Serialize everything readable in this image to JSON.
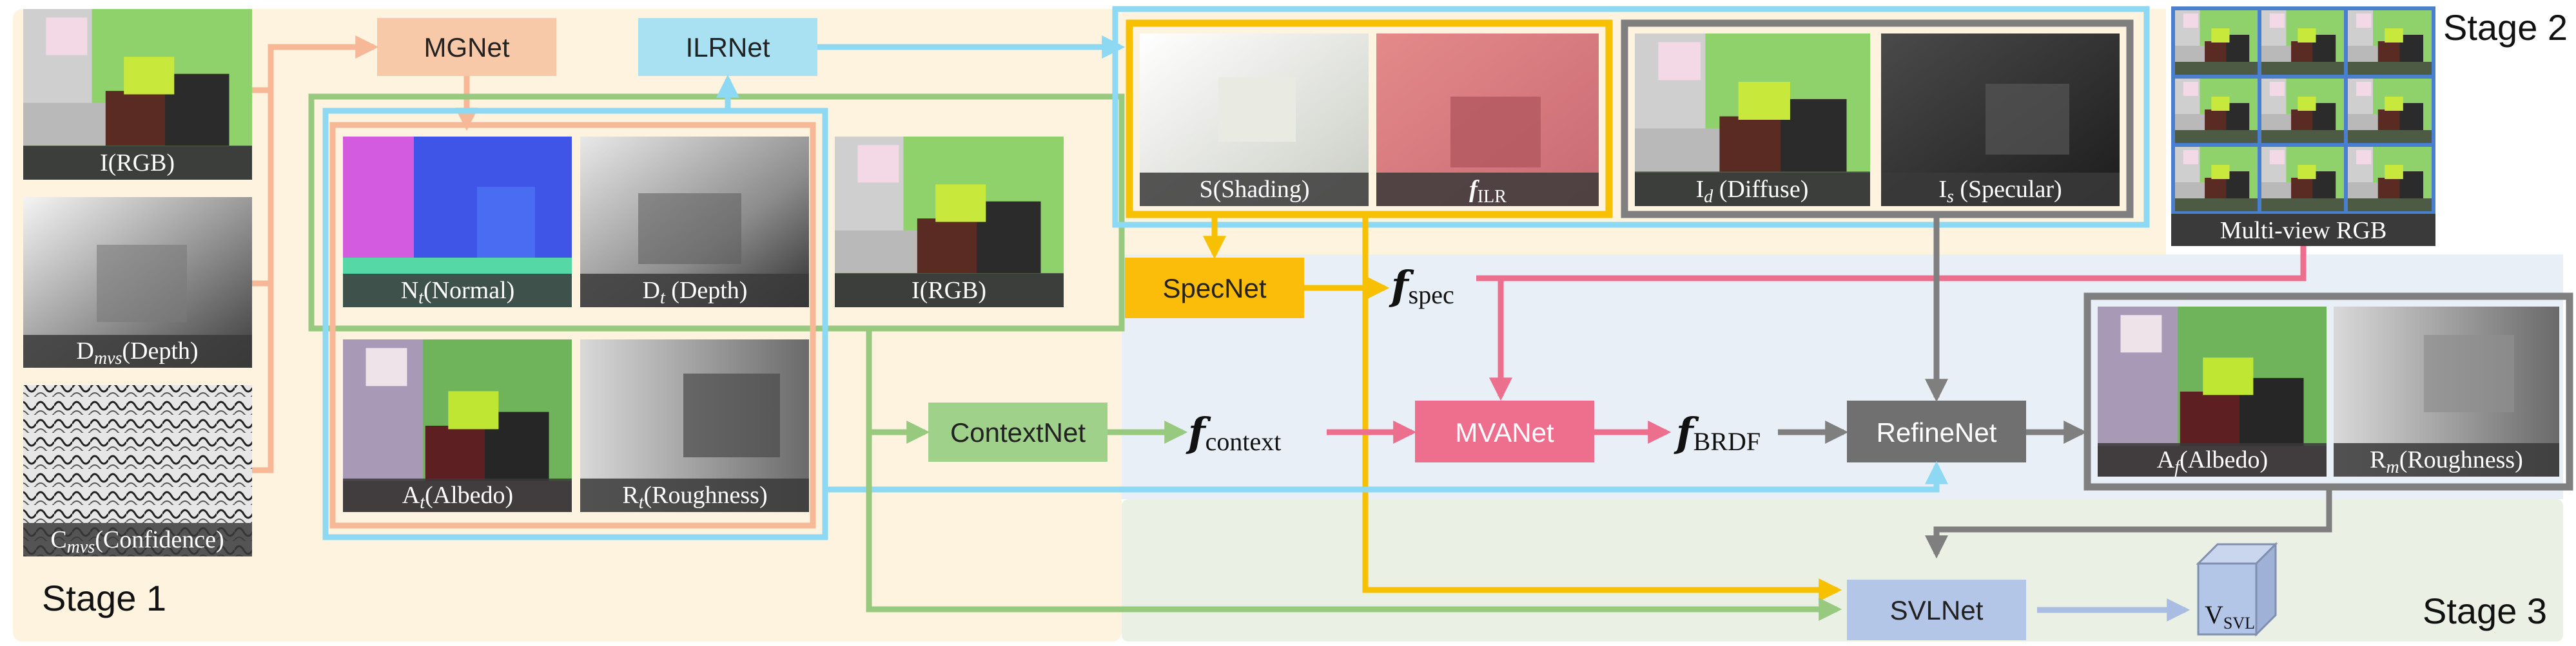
{
  "stages": {
    "stage1": "Stage 1",
    "stage2": "Stage 2",
    "stage3": "Stage 3"
  },
  "networks": {
    "mgnet": "MGNet",
    "ilrnet": "ILRNet",
    "specnet": "SpecNet",
    "contextnet": "ContextNet",
    "mvanet": "MVANet",
    "refinenet": "RefineNet",
    "svlnet": "SVLNet"
  },
  "inputs": {
    "rgb": "I(RGB)",
    "depth_main": "D",
    "depth_sub": "mvs",
    "depth_suffix": "(Depth)",
    "conf_main": "C",
    "conf_sub": "mvs",
    "conf_suffix": "(Confidence)"
  },
  "stage1_outputs": {
    "normal_main": "N",
    "normal_sub": "t",
    "normal_suffix": "(Normal)",
    "depth_main": "D",
    "depth_sub": "t",
    "depth_suffix": " (Depth)",
    "rgb": "I(RGB)",
    "albedo_main": "A",
    "albedo_sub": "t",
    "albedo_suffix": "(Albedo)",
    "rough_main": "R",
    "rough_sub": "t",
    "rough_suffix": "(Roughness)"
  },
  "stage2_outputs": {
    "shading": "S(Shading)",
    "filr_main": "f",
    "filr_sub": "ILR",
    "diffuse_main": "I",
    "diffuse_sub": "d",
    "diffuse_suffix": " (Diffuse)",
    "specular_main": "I",
    "specular_sub": "s",
    "specular_suffix": " (Specular)",
    "multiview": "Multi-view RGB"
  },
  "features": {
    "spec_main": "f",
    "spec_sub": "spec",
    "context_main": "f",
    "context_sub": "context",
    "brdf_main": "f",
    "brdf_sub": "BRDF"
  },
  "final_outputs": {
    "albedo_main": "A",
    "albedo_sub": "f",
    "albedo_suffix": "(Albedo)",
    "rough_main": "R",
    "rough_sub": "m",
    "rough_suffix": "(Roughness)",
    "vsvl_main": "V",
    "vsvl_sub": "SVL"
  },
  "colors": {
    "stage1_bg": "#fdf3df",
    "stage2_bg": "#e8eff7",
    "stage3_bg": "#eaf0e3",
    "mgnet": "#f7c9a9",
    "ilrnet": "#a9e1f3",
    "specnet": "#fbbd0a",
    "contextnet": "#9fd18b",
    "mvanet": "#ee6f8d",
    "refinenet": "#707070",
    "svlnet": "#b4c6e7",
    "orange_arrow": "#f6b896",
    "blue_arrow": "#8dd8f3",
    "green_arrow": "#97c97f",
    "gold_arrow": "#f7c000",
    "pink_arrow": "#ec6f8d",
    "gray_arrow": "#7f7f7f",
    "lavender_arrow": "#a9bde3"
  }
}
